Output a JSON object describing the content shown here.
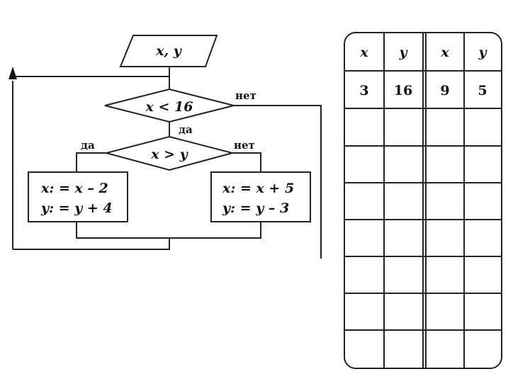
{
  "flowchart": {
    "input": "x, y",
    "condition1": "x < 16",
    "condition2": "x > y",
    "label_yes": "да",
    "label_no": "нет",
    "left_block": {
      "line1": "x: = x – 2",
      "line2": "y: = y + 4"
    },
    "right_block": {
      "line1": "x: = x + 5",
      "line2": "y: = y – 3"
    }
  },
  "table": {
    "headers": [
      "x",
      "y",
      "x",
      "y"
    ],
    "rows": [
      [
        "3",
        "16",
        "9",
        "5"
      ],
      [
        "",
        "",
        "",
        ""
      ],
      [
        "",
        "",
        "",
        ""
      ],
      [
        "",
        "",
        "",
        ""
      ],
      [
        "",
        "",
        "",
        ""
      ],
      [
        "",
        "",
        "",
        ""
      ],
      [
        "",
        "",
        "",
        ""
      ],
      [
        "",
        "",
        "",
        ""
      ]
    ]
  }
}
